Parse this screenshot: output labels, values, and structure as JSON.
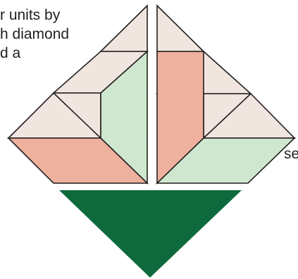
{
  "text": {
    "line1": "r units by",
    "line2": "h diamond",
    "line3": "d a",
    "line4": "se"
  },
  "colors": {
    "light_beige": "#F1E5DF",
    "light_green": "#CFE7CE",
    "salmon": "#EEB19E",
    "dark_green": "#0E6A3D",
    "outline": "#231F20"
  }
}
